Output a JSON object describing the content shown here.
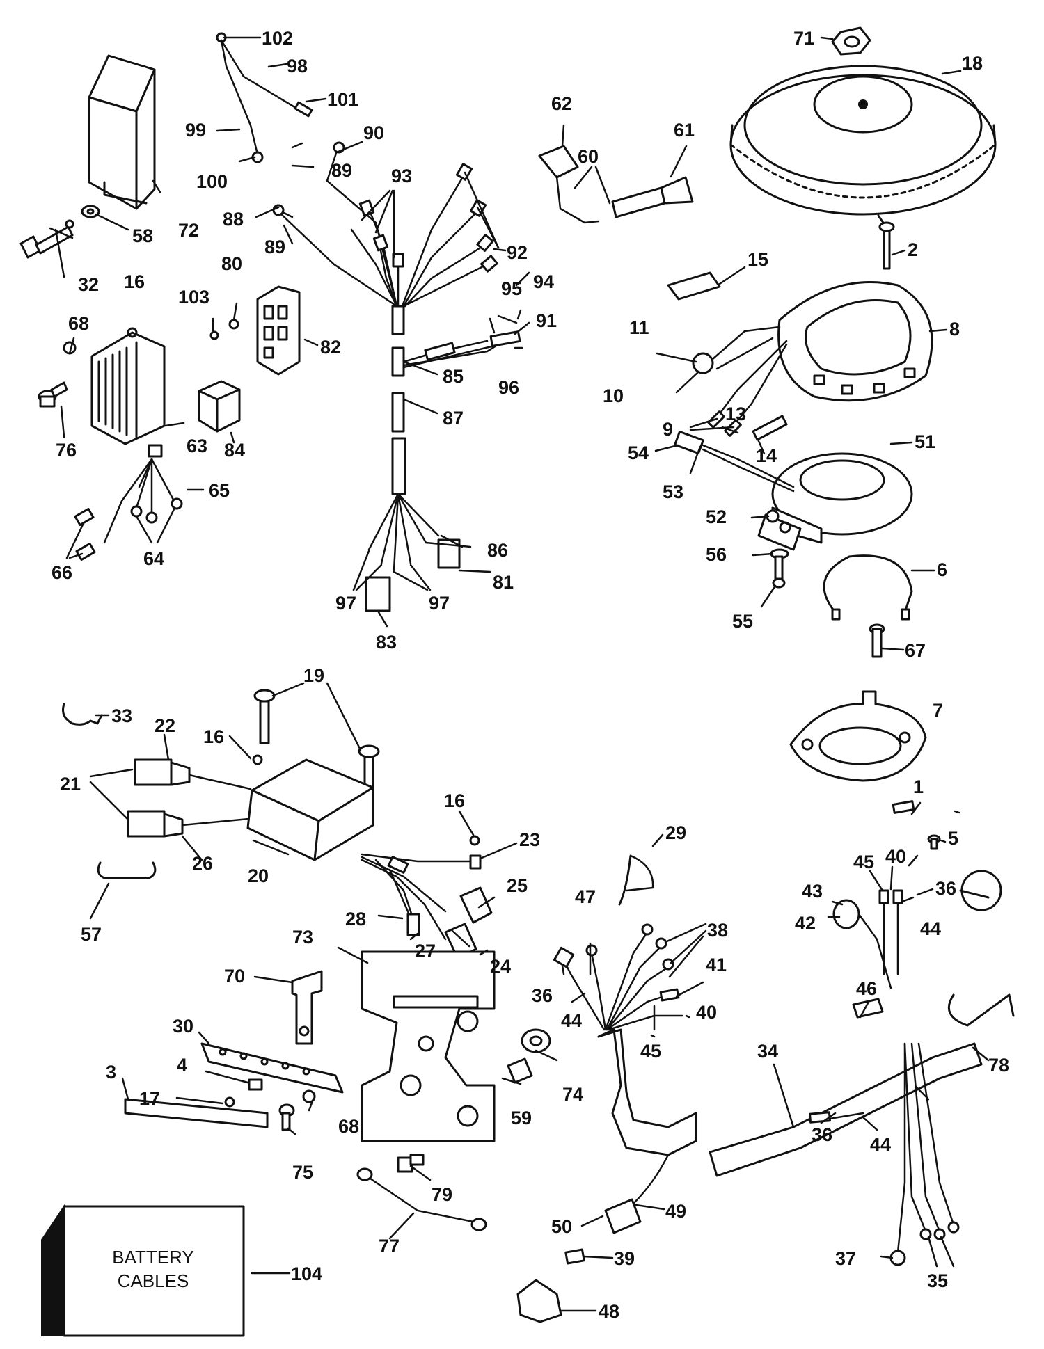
{
  "diagram": {
    "box_label": [
      "BATTERY",
      "CABLES"
    ],
    "callouts": {
      "c1": "1",
      "c2": "2",
      "c3": "3",
      "c4": "4",
      "c5": "5",
      "c6": "6",
      "c7": "7",
      "c8": "8",
      "c9": "9",
      "c10": "10",
      "c11": "11",
      "c13": "13",
      "c14": "14",
      "c15": "15",
      "c16a": "16",
      "c16b": "16",
      "c16c": "16",
      "c17": "17",
      "c18": "18",
      "c19": "19",
      "c20": "20",
      "c21": "21",
      "c22": "22",
      "c23": "23",
      "c24": "24",
      "c25": "25",
      "c26": "26",
      "c27": "27",
      "c28": "28",
      "c29": "29",
      "c30": "30",
      "c32": "32",
      "c33": "33",
      "c34": "34",
      "c35": "35",
      "c36a": "36",
      "c36b": "36",
      "c36c": "36",
      "c37": "37",
      "c38": "38",
      "c39": "39",
      "c40a": "40",
      "c40b": "40",
      "c41": "41",
      "c42": "42",
      "c43": "43",
      "c44a": "44",
      "c44b": "44",
      "c44c": "44",
      "c45a": "45",
      "c45b": "45",
      "c46": "46",
      "c47": "47",
      "c48": "48",
      "c49": "49",
      "c50": "50",
      "c51": "51",
      "c52": "52",
      "c53": "53",
      "c54": "54",
      "c55": "55",
      "c56": "56",
      "c57": "57",
      "c58": "58",
      "c59": "59",
      "c60": "60",
      "c61": "61",
      "c62": "62",
      "c63": "63",
      "c64": "64",
      "c65": "65",
      "c66": "66",
      "c67": "67",
      "c68a": "68",
      "c68b": "68",
      "c70": "70",
      "c71": "71",
      "c72": "72",
      "c73": "73",
      "c74": "74",
      "c75": "75",
      "c76": "76",
      "c77": "77",
      "c78": "78",
      "c79": "79",
      "c80": "80",
      "c81": "81",
      "c82": "82",
      "c83": "83",
      "c84": "84",
      "c85": "85",
      "c86": "86",
      "c87": "87",
      "c88": "88",
      "c89a": "89",
      "c89b": "89",
      "c90": "90",
      "c91": "91",
      "c92": "92",
      "c93": "93",
      "c94": "94",
      "c95": "95",
      "c96": "96",
      "c97a": "97",
      "c97b": "97",
      "c98": "98",
      "c99": "99",
      "c100": "100",
      "c101": "101",
      "c102": "102",
      "c103": "103",
      "c104": "104"
    }
  }
}
